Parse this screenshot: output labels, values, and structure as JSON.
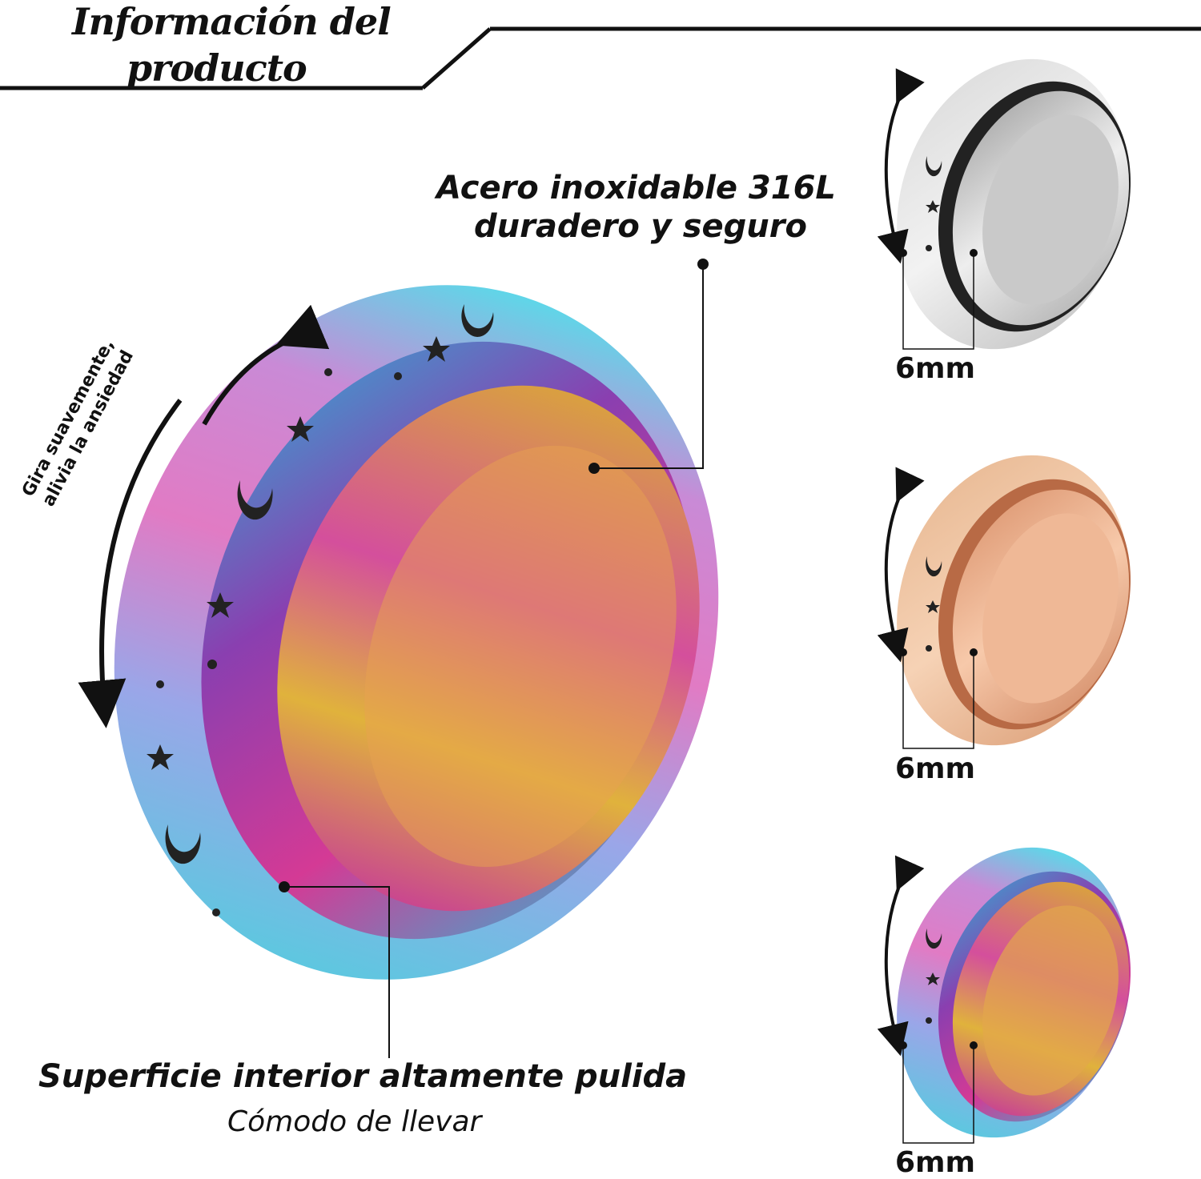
{
  "header": {
    "title_line1": "Información del",
    "title_line2": "producto"
  },
  "callouts": {
    "material_line1": "Acero inoxidable 316L",
    "material_line2": "duradero y seguro",
    "surface_title": "Superficie interior altamente pulida",
    "surface_sub": "Cómodo de llevar",
    "spin_line1": "Gira suavemente,",
    "spin_line2": "alivia la ansiedad"
  },
  "variants": [
    {
      "name": "silver",
      "width_label": "6mm"
    },
    {
      "name": "rose-gold",
      "width_label": "6mm"
    },
    {
      "name": "rainbow",
      "width_label": "6mm"
    }
  ]
}
